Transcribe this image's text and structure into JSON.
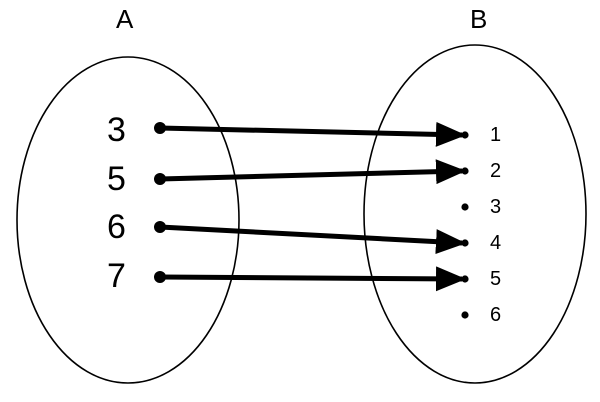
{
  "set_a": {
    "label": "A",
    "elements": [
      "3",
      "5",
      "6",
      "7"
    ]
  },
  "set_b": {
    "label": "B",
    "elements": [
      "1",
      "2",
      "3",
      "4",
      "5",
      "6"
    ]
  },
  "mapping": [
    {
      "from": "3",
      "to": "1"
    },
    {
      "from": "5",
      "to": "2"
    },
    {
      "from": "6",
      "to": "4"
    },
    {
      "from": "7",
      "to": "5"
    }
  ],
  "colors": {
    "stroke": "#000000",
    "background": "#ffffff"
  }
}
